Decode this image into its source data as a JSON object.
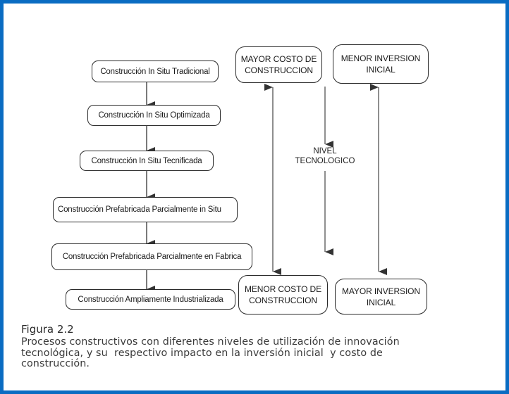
{
  "figure": {
    "label": "Figura 2.2",
    "caption_lines": [
      "Procesos constructivos con diferentes niveles de utilización de innovación",
      "tecnológica, y su  respectivo impacto en la inversión inicial  y costo de",
      "construcción."
    ]
  },
  "flow": {
    "steps": [
      {
        "label": "Construcción In Situ Tradicional"
      },
      {
        "label": "Construcción In Situ Optimizada"
      },
      {
        "label": "Construcción In Situ Tecnificada"
      },
      {
        "label": "Construcción Prefabricada Parcialmente in Situ"
      },
      {
        "label": "Construcción Prefabricada Parcialmente en Fabrica"
      },
      {
        "label": "Construcción Ampliamente Industrializada"
      }
    ]
  },
  "scale": {
    "cost_top": "MAYOR COSTO DE CONSTRUCCION",
    "cost_bottom": "MENOR COSTO DE CONSTRUCCION",
    "investment_top": "MENOR INVERSION INICIAL",
    "investment_bottom": "MAYOR INVERSION INICIAL",
    "tech_level_line1": "NIVEL",
    "tech_level_line2": "TECNOLOGICO"
  },
  "colors": {
    "frame": "#0a6cc2",
    "ink": "#2a2a2a"
  }
}
